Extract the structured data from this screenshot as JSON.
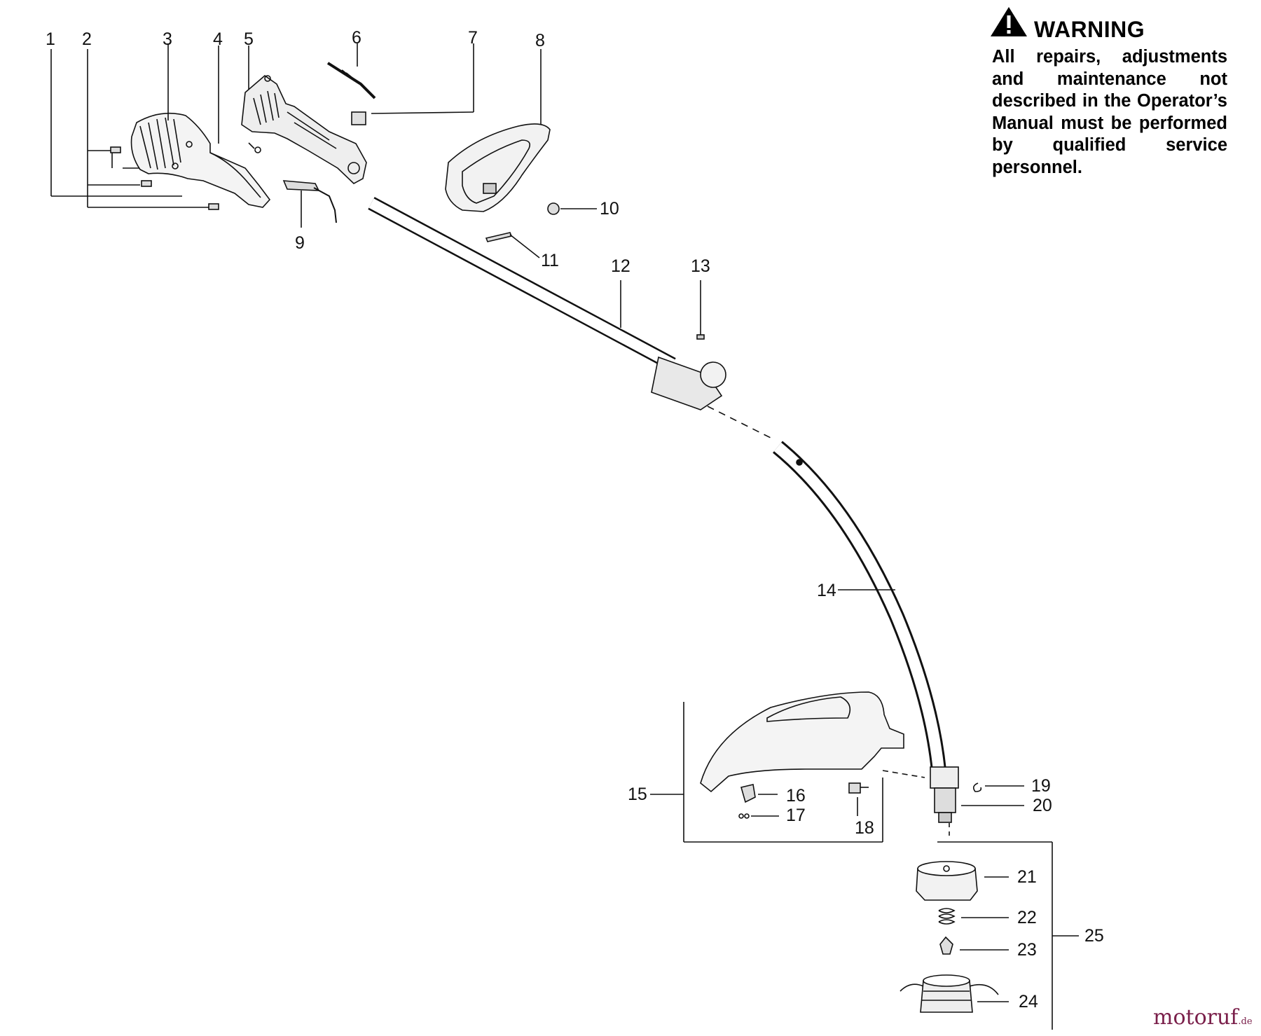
{
  "warning": {
    "title": "WARNING",
    "text": "All repairs, adjustments and maintenance not described in the Operator’s Manual must be performed by qualified service personnel.",
    "icon": "warning-triangle-icon"
  },
  "callouts": [
    "1",
    "2",
    "3",
    "4",
    "5",
    "6",
    "7",
    "8",
    "9",
    "10",
    "11",
    "12",
    "13",
    "14",
    "15",
    "16",
    "17",
    "18",
    "19",
    "20",
    "21",
    "22",
    "23",
    "24",
    "25"
  ],
  "watermark": {
    "main": "motoruf",
    "suffix": ".de"
  },
  "colors": {
    "ink": "#111111",
    "paper": "#ffffff",
    "watermark": "#7a1f4a"
  }
}
